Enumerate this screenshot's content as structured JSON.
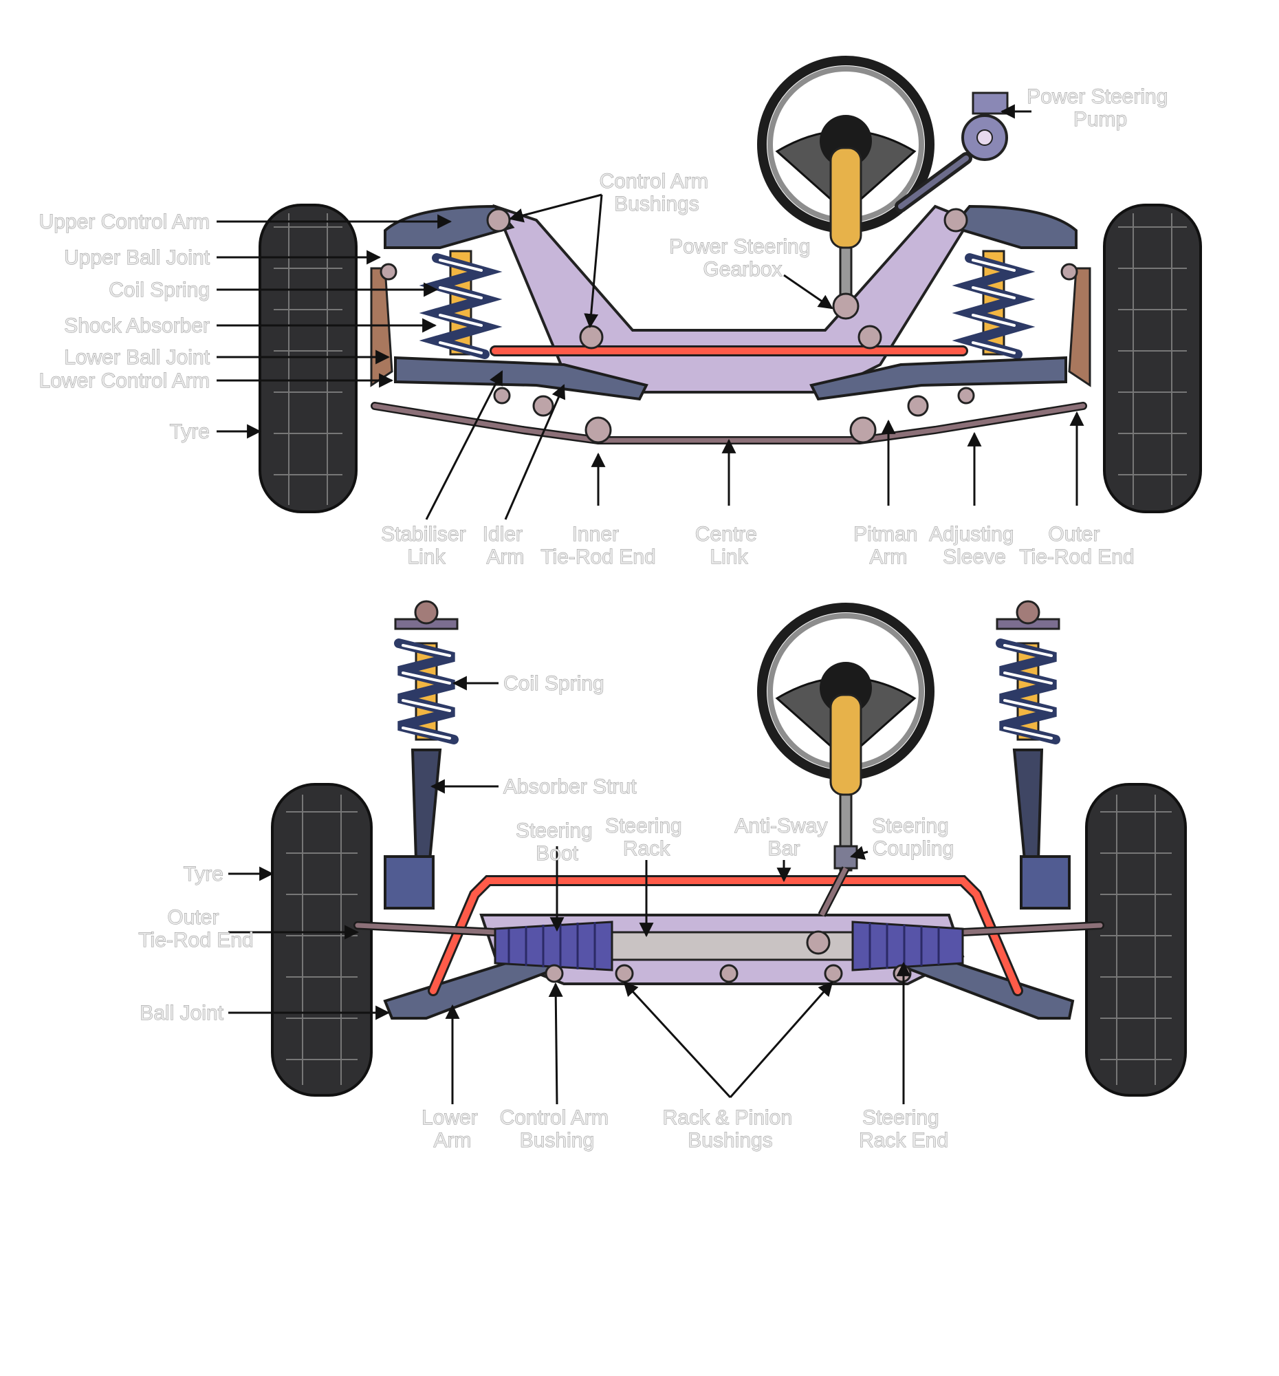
{
  "top_labels": [
    {
      "id": "upper-control-arm",
      "lines": [
        "Upper Control Arm"
      ]
    },
    {
      "id": "upper-ball-joint",
      "lines": [
        "Upper Ball Joint"
      ]
    },
    {
      "id": "coil-spring-top",
      "lines": [
        "Coil Spring"
      ]
    },
    {
      "id": "shock-absorber",
      "lines": [
        "Shock Absorber"
      ]
    },
    {
      "id": "lower-ball-joint",
      "lines": [
        "Lower Ball Joint"
      ]
    },
    {
      "id": "lower-control-arm",
      "lines": [
        "Lower Control Arm"
      ]
    },
    {
      "id": "tyre-top",
      "lines": [
        "Tyre"
      ]
    },
    {
      "id": "control-arm-bushings",
      "lines": [
        "Control Arm",
        "Bushings"
      ]
    },
    {
      "id": "power-steering-pump",
      "lines": [
        "Power Steering",
        "Pump"
      ]
    },
    {
      "id": "power-steering-gearbox",
      "lines": [
        "Power Steering",
        "Gearbox"
      ]
    },
    {
      "id": "stabiliser-link",
      "lines": [
        "Stabiliser",
        "Link"
      ]
    },
    {
      "id": "idler-arm",
      "lines": [
        "Idler",
        "Arm"
      ]
    },
    {
      "id": "inner-tie-rod-end",
      "lines": [
        "Inner",
        "Tie-Rod End"
      ]
    },
    {
      "id": "centre-link",
      "lines": [
        "Centre",
        "Link"
      ]
    },
    {
      "id": "pitman-arm",
      "lines": [
        "Pitman",
        "Arm"
      ]
    },
    {
      "id": "adjusting-sleeve",
      "lines": [
        "Adjusting",
        "Sleeve"
      ]
    },
    {
      "id": "outer-tie-rod-end-top",
      "lines": [
        "Outer",
        "Tie-Rod End"
      ]
    }
  ],
  "bottom_labels": [
    {
      "id": "coil-spring-bottom",
      "lines": [
        "Coil Spring"
      ]
    },
    {
      "id": "absorber-strut",
      "lines": [
        "Absorber Strut"
      ]
    },
    {
      "id": "tyre-bottom",
      "lines": [
        "Tyre"
      ]
    },
    {
      "id": "outer-tie-rod-end-bottom",
      "lines": [
        "Outer",
        "Tie-Rod End"
      ]
    },
    {
      "id": "ball-joint",
      "lines": [
        "Ball Joint"
      ]
    },
    {
      "id": "steering-boot",
      "lines": [
        "Steering",
        "Boot"
      ]
    },
    {
      "id": "steering-rack",
      "lines": [
        "Steering",
        "Rack"
      ]
    },
    {
      "id": "anti-sway-bar",
      "lines": [
        "Anti-Sway",
        "Bar"
      ]
    },
    {
      "id": "steering-coupling",
      "lines": [
        "Steering",
        "Coupling"
      ]
    },
    {
      "id": "lower-arm",
      "lines": [
        "Lower",
        "Arm"
      ]
    },
    {
      "id": "control-arm-bushing",
      "lines": [
        "Control Arm",
        "Bushing"
      ]
    },
    {
      "id": "rack-pinion-bushings",
      "lines": [
        "Rack & Pinion",
        "Bushings"
      ]
    },
    {
      "id": "steering-rack-end",
      "lines": [
        "Steering",
        "Rack End"
      ]
    }
  ],
  "colors": {
    "frame": "#c7b6d9",
    "arm": "#5d6686",
    "spring": "#2d3a66",
    "shock": "#f2b642",
    "sway_bar": "#ff5b49",
    "tyre": "#2f2f31",
    "label_fill": "#e8e8e8",
    "label_outline": "#8f8f8f"
  }
}
